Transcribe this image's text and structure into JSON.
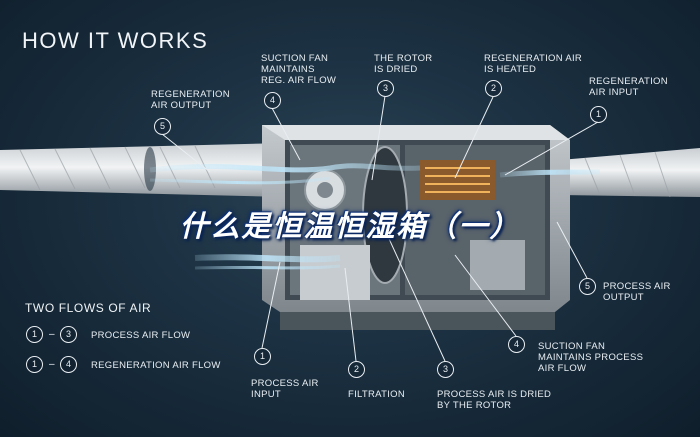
{
  "header": {
    "title": "HOW IT WORKS"
  },
  "banner": {
    "text": "什么是恒温恒湿箱（一）"
  },
  "top_callouts": [
    {
      "num": "5",
      "label": "REGENERATION\nAIR OUTPUT"
    },
    {
      "num": "4",
      "label": "SUCTION FAN\nMAINTAINS\nREG. AIR FLOW"
    },
    {
      "num": "3",
      "label": "THE ROTOR\nIS DRIED"
    },
    {
      "num": "2",
      "label": "REGENERATION AIR\nIS HEATED"
    },
    {
      "num": "1",
      "label": "REGENERATION\nAIR INPUT"
    }
  ],
  "bottom_callouts": [
    {
      "num": "1",
      "label": "PROCESS AIR\nINPUT"
    },
    {
      "num": "2",
      "label": "FILTRATION"
    },
    {
      "num": "3",
      "label": "PROCESS AIR IS DRIED\nBY THE ROTOR"
    },
    {
      "num": "4",
      "label": "SUCTION FAN\nMAINTAINS PROCESS\nAIR FLOW"
    },
    {
      "num": "5",
      "label": "PROCESS AIR\nOUTPUT"
    }
  ],
  "legend": {
    "title": "TWO FLOWS OF AIR",
    "rows": [
      {
        "from": "1",
        "to": "3",
        "label": "PROCESS AIR FLOW"
      },
      {
        "from": "1",
        "to": "4",
        "label": "REGENERATION AIR FLOW"
      }
    ]
  },
  "colors": {
    "background": "#1b3041",
    "airflow": "#9fd6f2",
    "heater": "#e8a24a"
  }
}
